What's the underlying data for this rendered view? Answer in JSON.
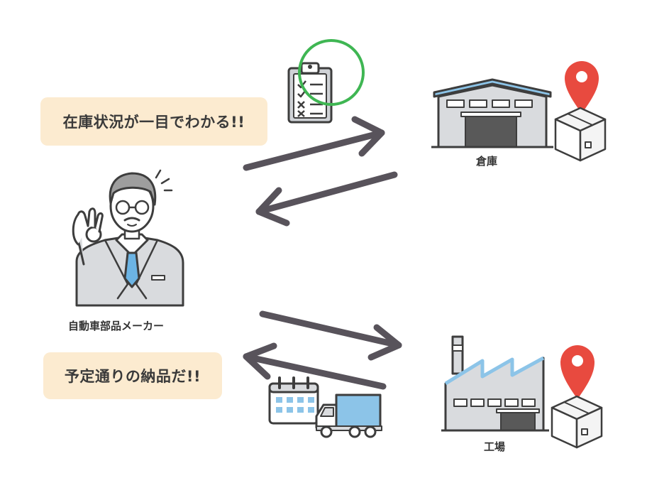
{
  "bubbles": {
    "top": "在庫状況が一目でわかる!!",
    "bottom": "予定通りの納品だ!!"
  },
  "labels": {
    "maker": "自動車部品メーカー",
    "warehouse": "倉庫",
    "factory": "工場"
  },
  "colors": {
    "bubble_bg": "#fcebd0",
    "arrow": "#58535b",
    "outline": "#3d3d3d",
    "pin": "#e84a3f",
    "highlight_circle": "#3fb653",
    "accent_blue": "#8cc4e8"
  },
  "icons": [
    "clipboard-checklist-icon",
    "warehouse-icon",
    "location-pin-icon",
    "box-icon",
    "factory-icon",
    "calendar-icon",
    "truck-icon",
    "businessman-ok-icon"
  ]
}
